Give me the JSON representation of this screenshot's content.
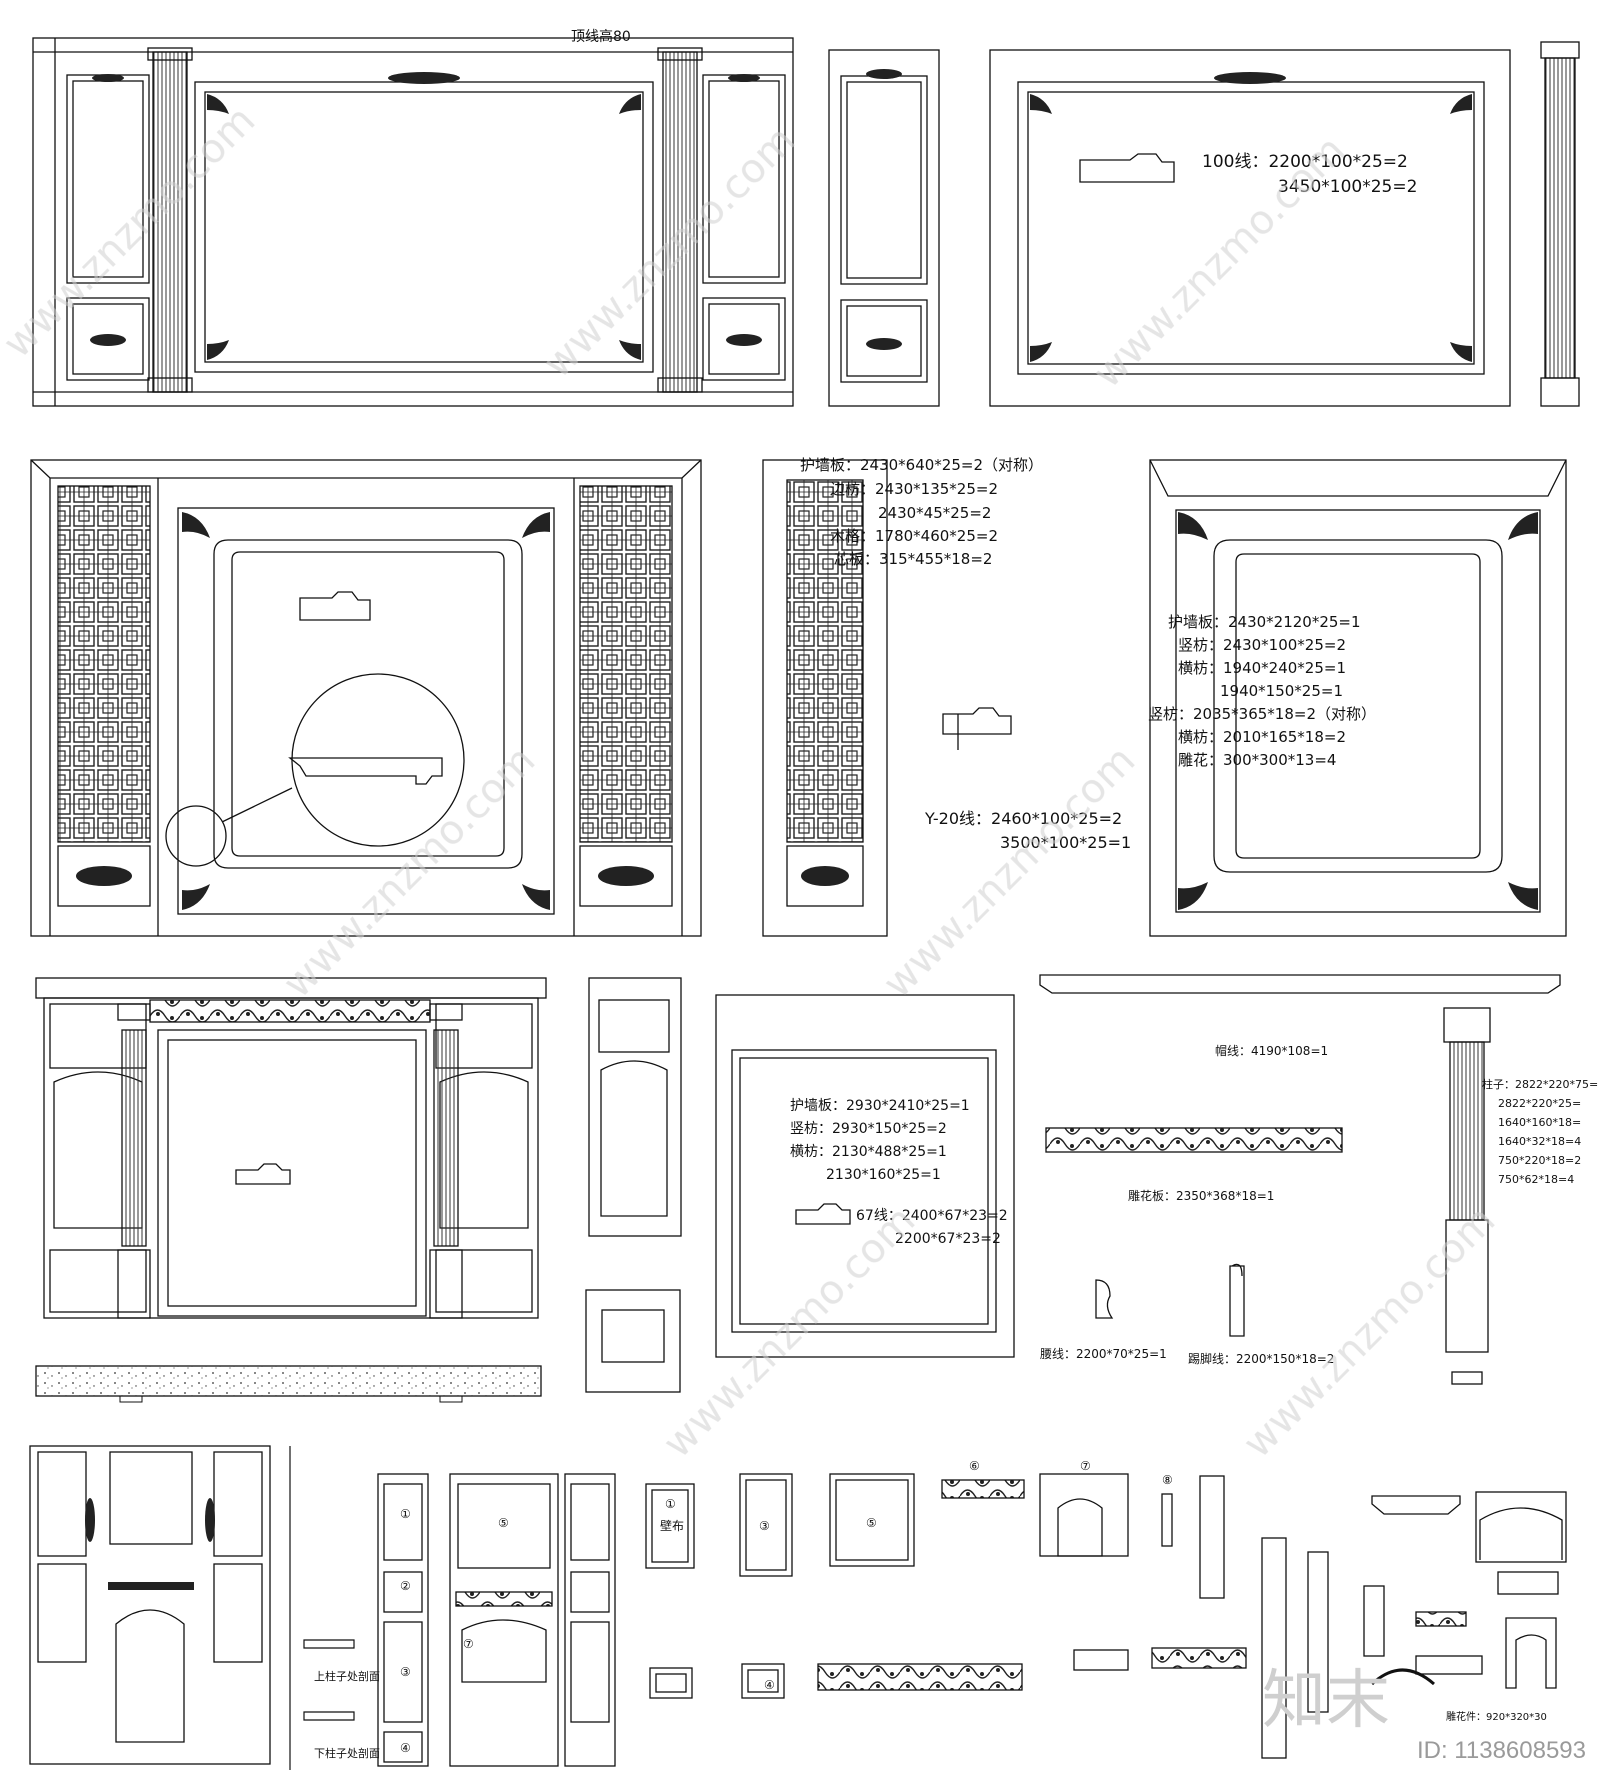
{
  "brand": {
    "watermark_text": "www.znzmo.com",
    "logo": "知末",
    "id_label": "ID: 1138608593"
  },
  "labels": {
    "top_line": "顶线高80",
    "line100_a": "100线：2200*100*25=2",
    "line100_b": "3450*100*25=2",
    "s2_l1": "护墙板：2430*640*25=2（对称）",
    "s2_l2": "边枋：2430*135*25=2",
    "s2_l3": "2430*45*25=2",
    "s2_l4": "木格：1780*460*25=2",
    "s2_l5": "芯板：315*455*18=2",
    "y20_a": "Y-20线：2460*100*25=2",
    "y20_b": "3500*100*25=1",
    "r2_l1": "护墙板：2430*2120*25=1",
    "r2_l2": "竖枋：2430*100*25=2",
    "r2_l3": "横枋：1940*240*25=1",
    "r2_l4": "1940*150*25=1",
    "r2_l5": "竖枋：2035*365*18=2（对称）",
    "r2_l6": "横枋：2010*165*18=2",
    "r2_l7": "雕花：300*300*13=4",
    "s3_l1": "护墙板：2930*2410*25=1",
    "s3_l2": "竖枋：2930*150*25=2",
    "s3_l3": "横枋：2130*488*25=1",
    "s3_l4": "2130*160*25=1",
    "s3_l5": "67线：2400*67*23=2",
    "s3_l6": "2200*67*23=2",
    "cap_line": "帽线：4190*108=1",
    "carve_board": "雕花板：2350*368*18=1",
    "waist_line": "腰线：2200*70*25=1",
    "kick_line": "踢脚线：2200*150*18=2",
    "col_l1": "柱子：2822*220*75=",
    "col_l2": "2822*220*25=",
    "col_l3": "1640*160*18=",
    "col_l4": "1640*32*18=4",
    "col_l5": "750*220*18=2",
    "col_l6": "750*62*18=4",
    "upper_col": "上柱子处剖面",
    "lower_col": "下柱子处剖面",
    "wallcloth": "壁布",
    "num1": "①",
    "num2": "②",
    "num3": "③",
    "num4": "④",
    "num5": "⑤",
    "num6": "⑥",
    "num7": "⑦",
    "num8": "⑧",
    "carve_small": "雕花件：920*320*30"
  }
}
